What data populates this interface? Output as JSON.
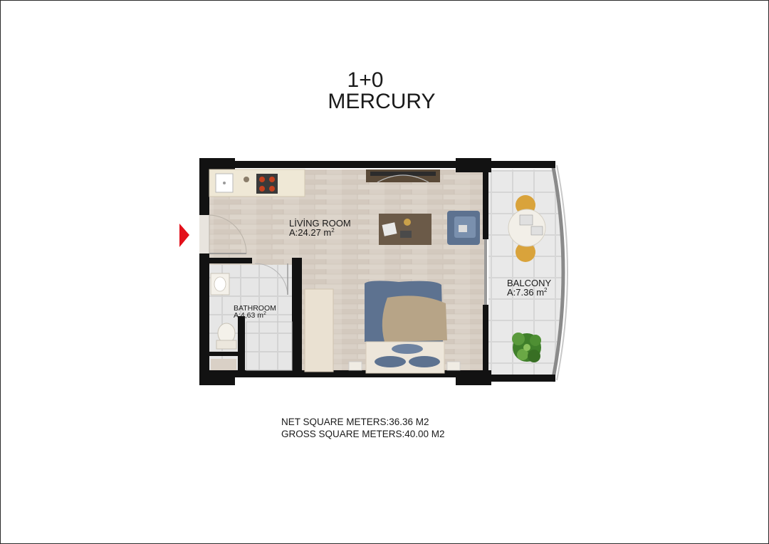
{
  "title": {
    "layout_code": "1+0",
    "name": "MERCURY"
  },
  "rooms": {
    "living_room": {
      "name": "LİVİNG ROOM",
      "area": "A:24.27 m",
      "unit_sup": "2"
    },
    "bathroom": {
      "name": "BATHROOM",
      "area": "A:4,63 m",
      "unit_sup": "2"
    },
    "balcony": {
      "name": "BALCONY",
      "area": "A:7.36 m",
      "unit_sup": "2"
    }
  },
  "summary": {
    "net": "NET SQUARE METERS:36.36 M2",
    "gross": "GROSS SQUARE METERS:40.00 M2"
  },
  "colors": {
    "wall": "#121212",
    "floor_wood": "#d8cfc4",
    "tile": "#e4e4e4",
    "entrance_arrow": "#e3101a",
    "sofa_blue": "#5d7290",
    "plant_green": "#3f7f2a"
  }
}
